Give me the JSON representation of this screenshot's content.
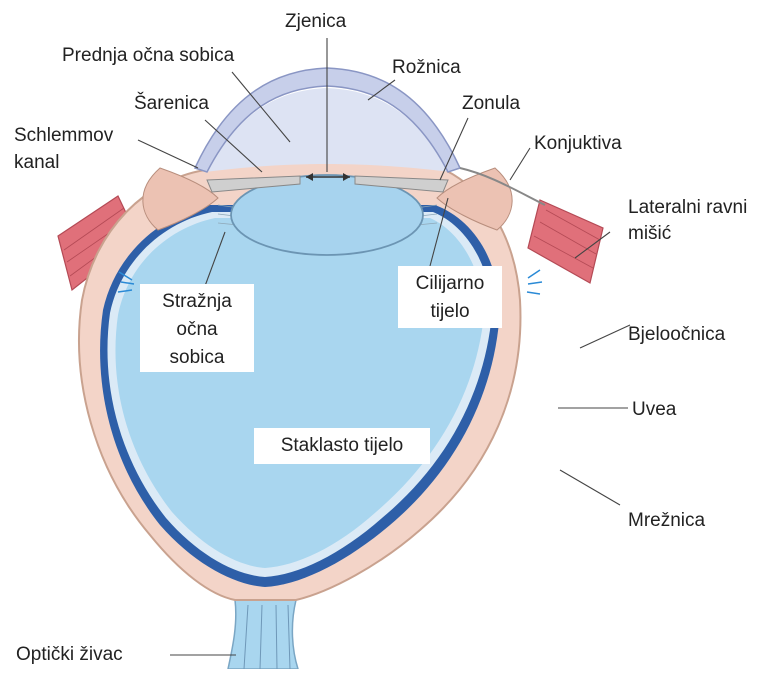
{
  "colors": {
    "sclera": "#f3d4c8",
    "sclera_edge": "#c9a28f",
    "vitreous": "#a9d6ef",
    "uvea": "#2e5fa8",
    "retina": "#dbeaf6",
    "lens": "#a7d3ee",
    "cornea": "#c7cfea",
    "muscle": "#e0707a",
    "ciliary_lines": "#2a8ad6"
  },
  "labels": {
    "zjenica": "Zjenica",
    "prednja_ocna_sobica": "Prednja očna sobica",
    "roznica": "Rožnica",
    "sarenica": "Šarenica",
    "zonula": "Zonula",
    "schlemmov_kanal_line1": "Schlemmov",
    "schlemmov_kanal_line2": "kanal",
    "konjuktiva": "Konjuktiva",
    "lateralni_ravni_misic_line1": "Lateralni ravni",
    "lateralni_ravni_misic_line2": "mišić",
    "strazinja_ocna_sobica_line1": "Stražnja",
    "strazinja_ocna_sobica_line2": "očna",
    "strazinja_ocna_sobica_line3": "sobica",
    "cilijarno_tijelo_line1": "Cilijarno",
    "cilijarno_tijelo_line2": "tijelo",
    "bjeloocnica": "Bjeloočnica",
    "uvea": "Uvea",
    "staklasto_tijelo": "Staklasto tijelo",
    "mreznica": "Mrežnica",
    "opticki_zivac": "Optički živac"
  }
}
